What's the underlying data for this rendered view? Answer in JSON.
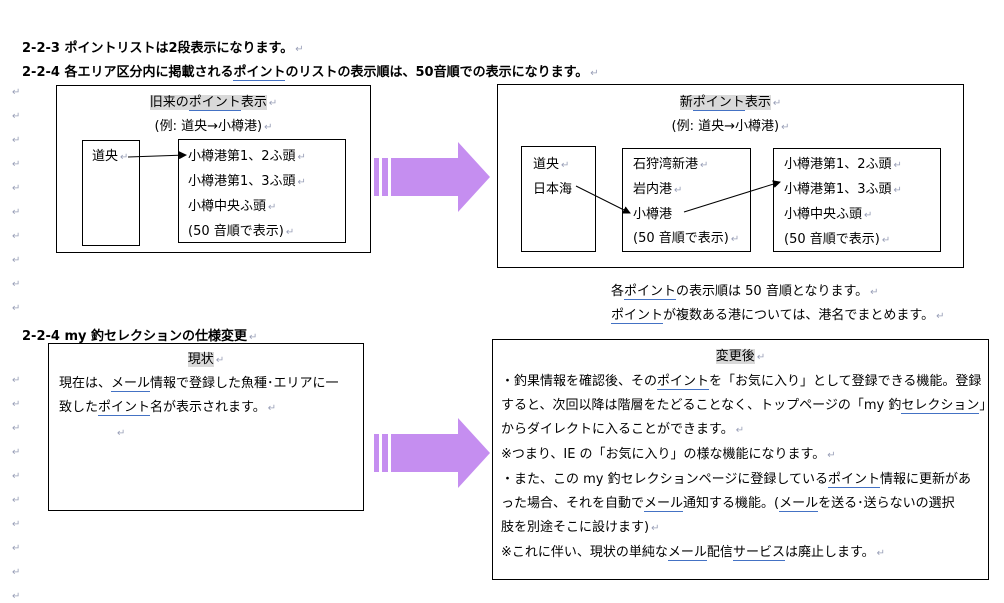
{
  "h1": "2-2-3 ポイントリストは2段表示になります。",
  "h2": {
    "pre": "2-2-4 各エリア区分内に掲載される",
    "u": "ポイント",
    "post": "のリストの表示順は、50音順での表示になります。"
  },
  "old": {
    "title_pre": "旧来の",
    "title_u": "ポイント",
    "title_post": "表示",
    "example": "(例: 道央→小樽港)",
    "left": [
      "道央"
    ],
    "right": [
      "小樽港第1、2ふ頭",
      "小樽港第1、3ふ頭",
      "小樽中央ふ頭",
      "(50 音順で表示)"
    ]
  },
  "new": {
    "title_pre": "新",
    "title_u": "ポイント",
    "title_post": "表示",
    "example": "(例: 道央→小樽港)",
    "col1": [
      "道央",
      "日本海"
    ],
    "col2": [
      "石狩湾新港",
      "岩内港",
      "小樽港",
      "(50 音順で表示)"
    ],
    "col3": [
      "小樽港第1、2ふ頭",
      "小樽港第1、3ふ頭",
      "小樽中央ふ頭",
      "(50 音順で表示)"
    ]
  },
  "note1": {
    "pre": "各",
    "u": "ポイント",
    "post": "の表示順は 50 音順となります。"
  },
  "note2": {
    "u": "ポイント",
    "post": "が複数ある港については、港名でまとめます。"
  },
  "h3": {
    "pre": "2-2-4 my 釣",
    "u": "セレクション",
    "post": "の仕様変更"
  },
  "current": {
    "title": "現状",
    "t1": "現在は、",
    "u1": "メール",
    "t2": "情報で登録した魚種･エリアに一",
    "t3": "致した",
    "u2": "ポイント",
    "t4": "名が表示されます。"
  },
  "after": {
    "title": "変更後",
    "p1a": "・釣果情報を確認後、その",
    "p1u": "ポイント",
    "p1b": "を「お気に入り」として登録できる機能。登録",
    "p2": "すると、次回以降は階層をたどることなく、トップページの「my 釣",
    "p2u": "セレクション",
    "p2b": "」",
    "p3": "からダイレクトに入ることができます。",
    "p4": "※つまり、IE の「お気に入り」の様な機能になります。",
    "p5a": "・また、この my 釣セレクションページに登録している",
    "p5u": "ポイント",
    "p5b": "情報に更新があ",
    "p6a": "った場合、それを自動で",
    "p6u": "メール",
    "p6b": "通知する機能。(",
    "p6u2": "メール",
    "p6c": "を送る･送らないの選択",
    "p7": "肢を別途そこに設けます)",
    "p8a": "※これに伴い、現状の単純な",
    "p8u": "メール",
    "p8b": "配信",
    "p8u2": "サービス",
    "p8c": "は廃止します。"
  },
  "arrow_color": "#c58ef0"
}
